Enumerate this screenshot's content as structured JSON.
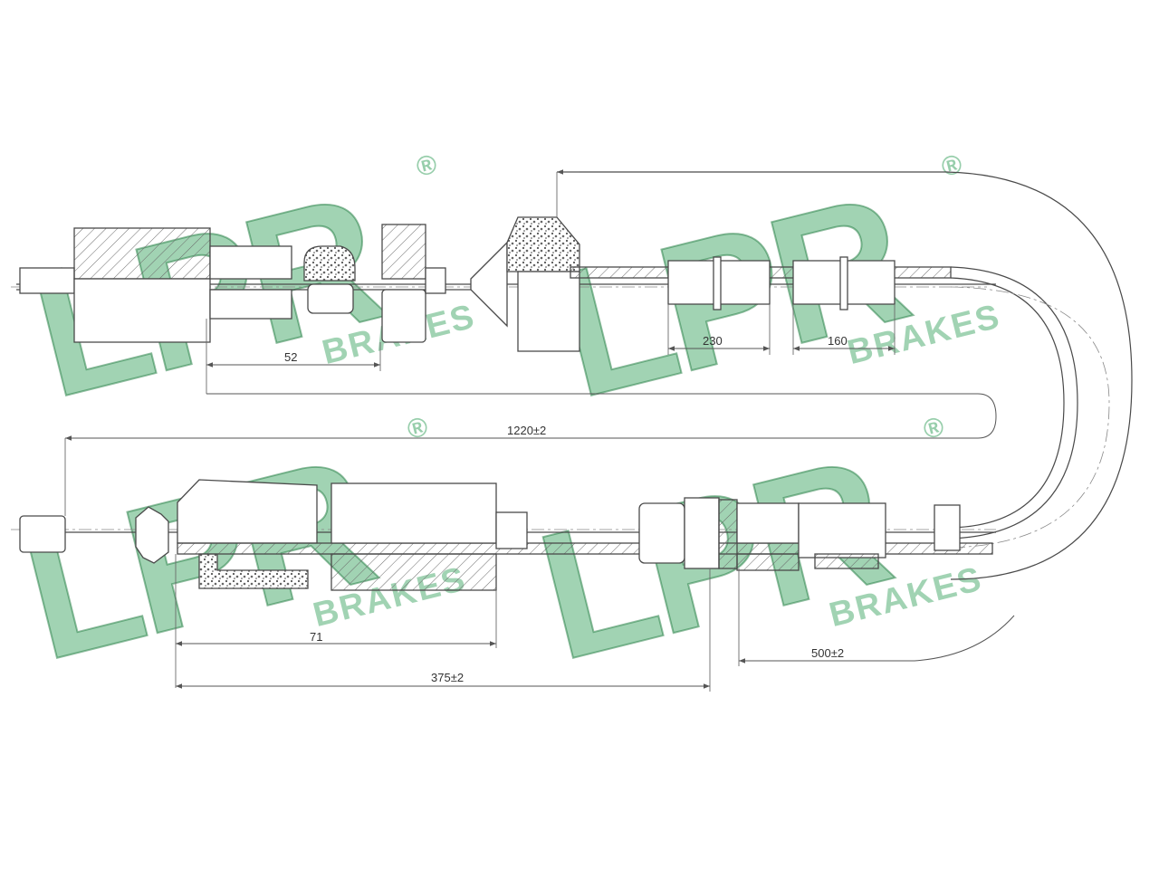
{
  "dimensions": {
    "top_52": "52",
    "top_1220": "1220±2",
    "top_230": "230",
    "top_160": "160",
    "bottom_71": "71",
    "bottom_375": "375±2",
    "bottom_500": "500±2"
  },
  "watermark": {
    "logo_text": "LPR",
    "brand_text": "BRAKES",
    "registered_mark": "®",
    "color": "#2f9e57"
  },
  "colors": {
    "line": "#4a4a4a",
    "background": "#ffffff"
  }
}
